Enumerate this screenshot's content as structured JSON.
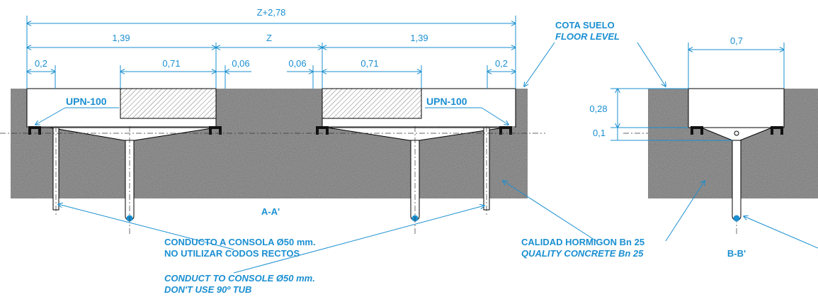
{
  "dimensions": {
    "total": "Z+2,78",
    "left_width": "1,39",
    "gap": "Z",
    "right_width": "1,39",
    "edge_left": "0,2",
    "inner_left": "0,71",
    "rail_left": "0,06",
    "rail_right": "0,06",
    "inner_right": "0,71",
    "edge_right": "0,2",
    "section_width": "0,7",
    "section_depth": "0,28",
    "section_rail": "0,1"
  },
  "labels": {
    "floor_es": "COTA SUELO",
    "floor_en": "FLOOR LEVEL",
    "upn_left": "UPN-100",
    "upn_right": "UPN-100",
    "section_a": "A-A'",
    "section_b": "B-B'",
    "conduct_es_1": "CONDUCTO A CONSOLA Ø50 mm.",
    "conduct_es_2": "NO UTILIZAR CODOS RECTOS",
    "conduct_en_1": "CONDUCT TO CONSOLE Ø50 mm.",
    "conduct_en_2": "DON'T USE 90º TUB",
    "concrete_es": "CALIDAD HORMIGON Bn 25",
    "concrete_en": "QUALITY CONCRETE Bn 25"
  },
  "colors": {
    "annotation": "#1a8fd1",
    "concrete": "#8c8c8c",
    "line": "#000000"
  }
}
